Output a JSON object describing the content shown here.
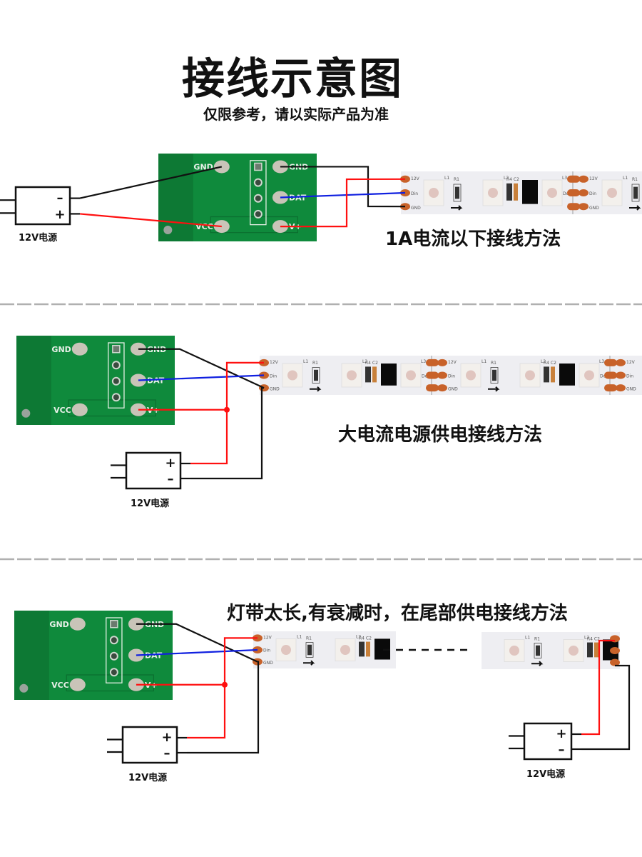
{
  "header": {
    "title": "接线示意图",
    "subtitle": "仅限参考，请以实际产品为准"
  },
  "colors": {
    "pcb_green": "#0f8a3c",
    "pcb_dark": "#0b6e2f",
    "pad_silver": "#c9c4b8",
    "strip_white": "#eeeef2",
    "strip_pad": "#c8622a",
    "wire_red": "#ff1010",
    "wire_blue": "#1020e0",
    "wire_black": "#111111",
    "divider_gray": "#b0b0b0"
  },
  "pcb_labels": {
    "gnd_in": "GND",
    "vcc_in": "VCC",
    "gnd_out": "GND",
    "dat_out": "DAT",
    "v_out": "V+"
  },
  "strip_labels": {
    "v12": "12V",
    "din": "Din",
    "do": "Do",
    "gnd": "GND",
    "l1": "L1",
    "l2": "L2",
    "l3": "L3",
    "r1": "R1",
    "r4": "R4",
    "c2": "C2"
  },
  "psu": {
    "plus": "+",
    "minus": "–",
    "label": "12V电源"
  },
  "sections": [
    {
      "caption": "1A电流以下接线方法"
    },
    {
      "caption": "大电流电源供电接线方法"
    },
    {
      "caption": "灯带太长,有衰减时，在尾部供电接线方法"
    }
  ]
}
